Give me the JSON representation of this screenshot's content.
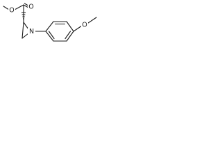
{
  "molecule": {
    "atoms": {
      "ester_methyl_oxygen": "O",
      "carbonyl_oxygen": "O",
      "aziridine_nitrogen": "N",
      "methoxy_oxygen": "O"
    }
  },
  "colors": {
    "bond": "#1a1a1a",
    "label": "#1a1a1a",
    "background": "#ffffff"
  }
}
